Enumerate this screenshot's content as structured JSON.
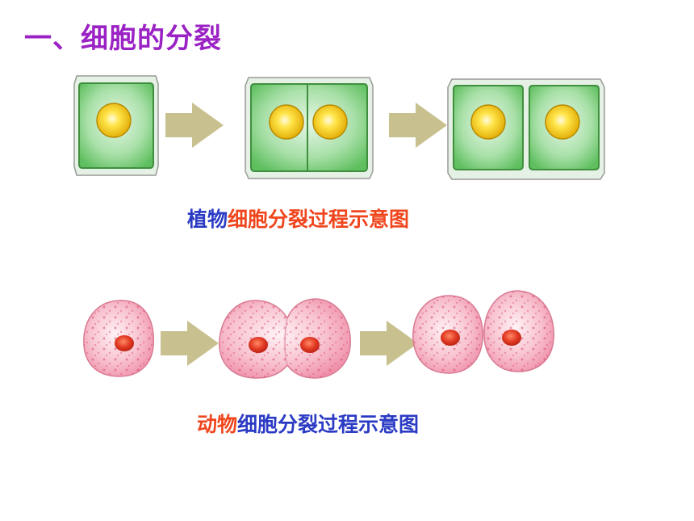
{
  "section": {
    "title": "一、细胞的分裂"
  },
  "plant": {
    "caption_part1": "植物",
    "caption_part2": "细胞分裂过程示意图"
  },
  "animal": {
    "caption_part1": "动物",
    "caption_part2": "细胞分裂过程示意图"
  },
  "colors": {
    "title": "#9b22c4",
    "caption_blue": "#2b3bc4",
    "caption_orange": "#f0461e",
    "plant_wall": "#cfe7cf",
    "plant_cytoplasm": "#7dcf7d",
    "nucleus_yellow": "#f4cc00",
    "animal_cell": "#f39ab2",
    "animal_nucleus": "#e03a24",
    "arrow": "#c8c08e"
  },
  "icons": [
    "arrow-right-icon"
  ]
}
